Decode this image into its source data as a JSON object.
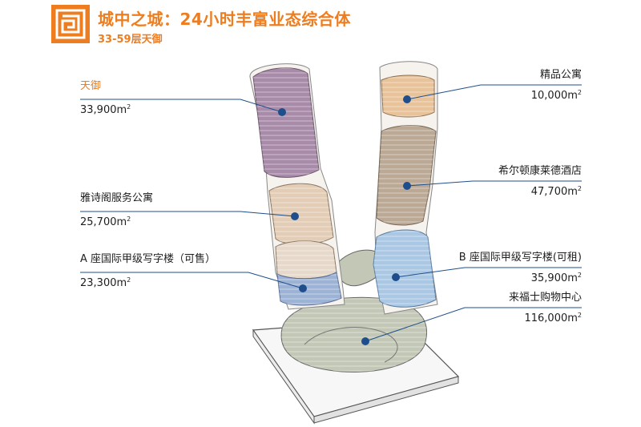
{
  "header": {
    "title": "城中之城：24小时丰富业态综合体",
    "subtitle": "33-59层天御"
  },
  "labels": {
    "tianyu": {
      "name": "天御",
      "area": "33,900m",
      "unit_sup": "2"
    },
    "yashige": {
      "name": "雅诗阁服务公寓",
      "area": "25,700m",
      "unit_sup": "2"
    },
    "tower_a": {
      "name": "A 座国际甲级写字楼（可售）",
      "area": "23,300m",
      "unit_sup": "2"
    },
    "jingpin": {
      "name": "精品公寓",
      "area": "10,000m",
      "unit_sup": "2"
    },
    "hilton": {
      "name": "希尔顿康莱德酒店",
      "area": "47,700m",
      "unit_sup": "2"
    },
    "tower_b": {
      "name": "B 座国际甲级写字楼(可租)",
      "area": "35,900m",
      "unit_sup": "2"
    },
    "raffles": {
      "name": "来福士购物中心",
      "area": "116,000m",
      "unit_sup": "2"
    }
  },
  "colors": {
    "accent": "#ee7d1f",
    "leader": "#1f4e8c",
    "tianyu": "#a88ba8",
    "yashige": "#e3cdb6",
    "tower_a": "#9db3d6",
    "jingpin": "#e8c39a",
    "hilton": "#bba895",
    "tower_b": "#aac8e4",
    "raffles": "#b8bfaa"
  },
  "icons": {
    "logo": "maze-logo-icon"
  }
}
